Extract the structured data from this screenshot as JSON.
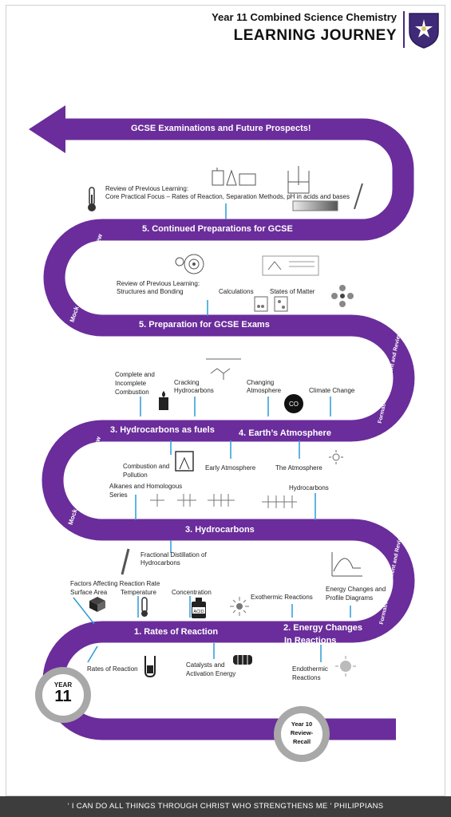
{
  "header": {
    "title": "Year 11 Combined Science Chemistry",
    "subtitle": "LEARNING JOURNEY"
  },
  "colors": {
    "road": "#6a2d9b",
    "pointer": "#2a9ad8",
    "badge_ring": "#a8a8a8",
    "footer": "#3d3d3d"
  },
  "bands": {
    "gcse_exams": "GCSE Examinations and Future Prospects!",
    "continued_prep": "5. Continued Preparations for GCSE",
    "prep_gcse": "5. Preparation for GCSE Exams",
    "hydrocarbons_fuels": "3. Hydrocarbons as fuels",
    "atmosphere": "4. Earth’s Atmosphere",
    "hydrocarbons": "3. Hydrocarbons",
    "rates": "1. Rates of Reaction",
    "energy_line1": "2. Energy Changes",
    "energy_line2": "In Reactions"
  },
  "curves": {
    "mock1": "Mock Assessment and Review",
    "formative1": "Formative Assessment and Review",
    "mock2": "Mock Assessment and Review",
    "formative2": "Formative Assessment and Review"
  },
  "labels": {
    "review_core_1": "Review of Previous Learning:",
    "review_core_2": "Core Practical Focus – Rates of Reaction, Separation Methods, pH in acids and bases",
    "review_struct_1": "Review of Previous Learning:",
    "review_struct_2": "Structures and Bonding",
    "calculations": "Calculations",
    "states_matter": "States of Matter",
    "complete_combustion_1": "Complete and",
    "complete_combustion_2": "Incomplete",
    "complete_combustion_3": "Combustion",
    "cracking_1": "Cracking",
    "cracking_2": "Hydrocarbons",
    "changing_1": "Changing",
    "changing_2": "Atmosphere",
    "climate": "Climate Change",
    "co2": "CO",
    "combustion_pollution_1": "Combustion and",
    "combustion_pollution_2": "Pollution",
    "early_atmosphere": "Early Atmosphere",
    "the_atmosphere": "The Atmosphere",
    "alkanes_1": "Alkanes and Homologous",
    "alkanes_2": "Series",
    "hydrocarbons_lbl": "Hydrocarbons",
    "fractional_1": "Fractional Distillation of",
    "fractional_2": "Hydrocarbons",
    "factors_1": "Factors Affecting Reaction Rate",
    "factors_2": "Surface Area",
    "temperature": "Temperature",
    "concentration": "Concentration",
    "acid": "ACID",
    "exothermic": "Exothermic Reactions",
    "energy_profile_1": "Energy Changes and",
    "energy_profile_2": "Profile Diagrams",
    "rates_of_reaction": "Rates of Reaction",
    "catalysts_1": "Catalysts and",
    "catalysts_2": "Activation Energy",
    "endothermic_1": "Endothermic",
    "endothermic_2": "Reactions"
  },
  "badges": {
    "year_word": "YEAR",
    "year_num": "11",
    "y10_1": "Year 10",
    "y10_2": "Review-",
    "y10_3": "Recall"
  },
  "footer": {
    "quote": "‘ I CAN DO ALL THINGS THROUGH CHRIST WHO STRENGTHENS ME ’  PHILIPPIANS"
  }
}
